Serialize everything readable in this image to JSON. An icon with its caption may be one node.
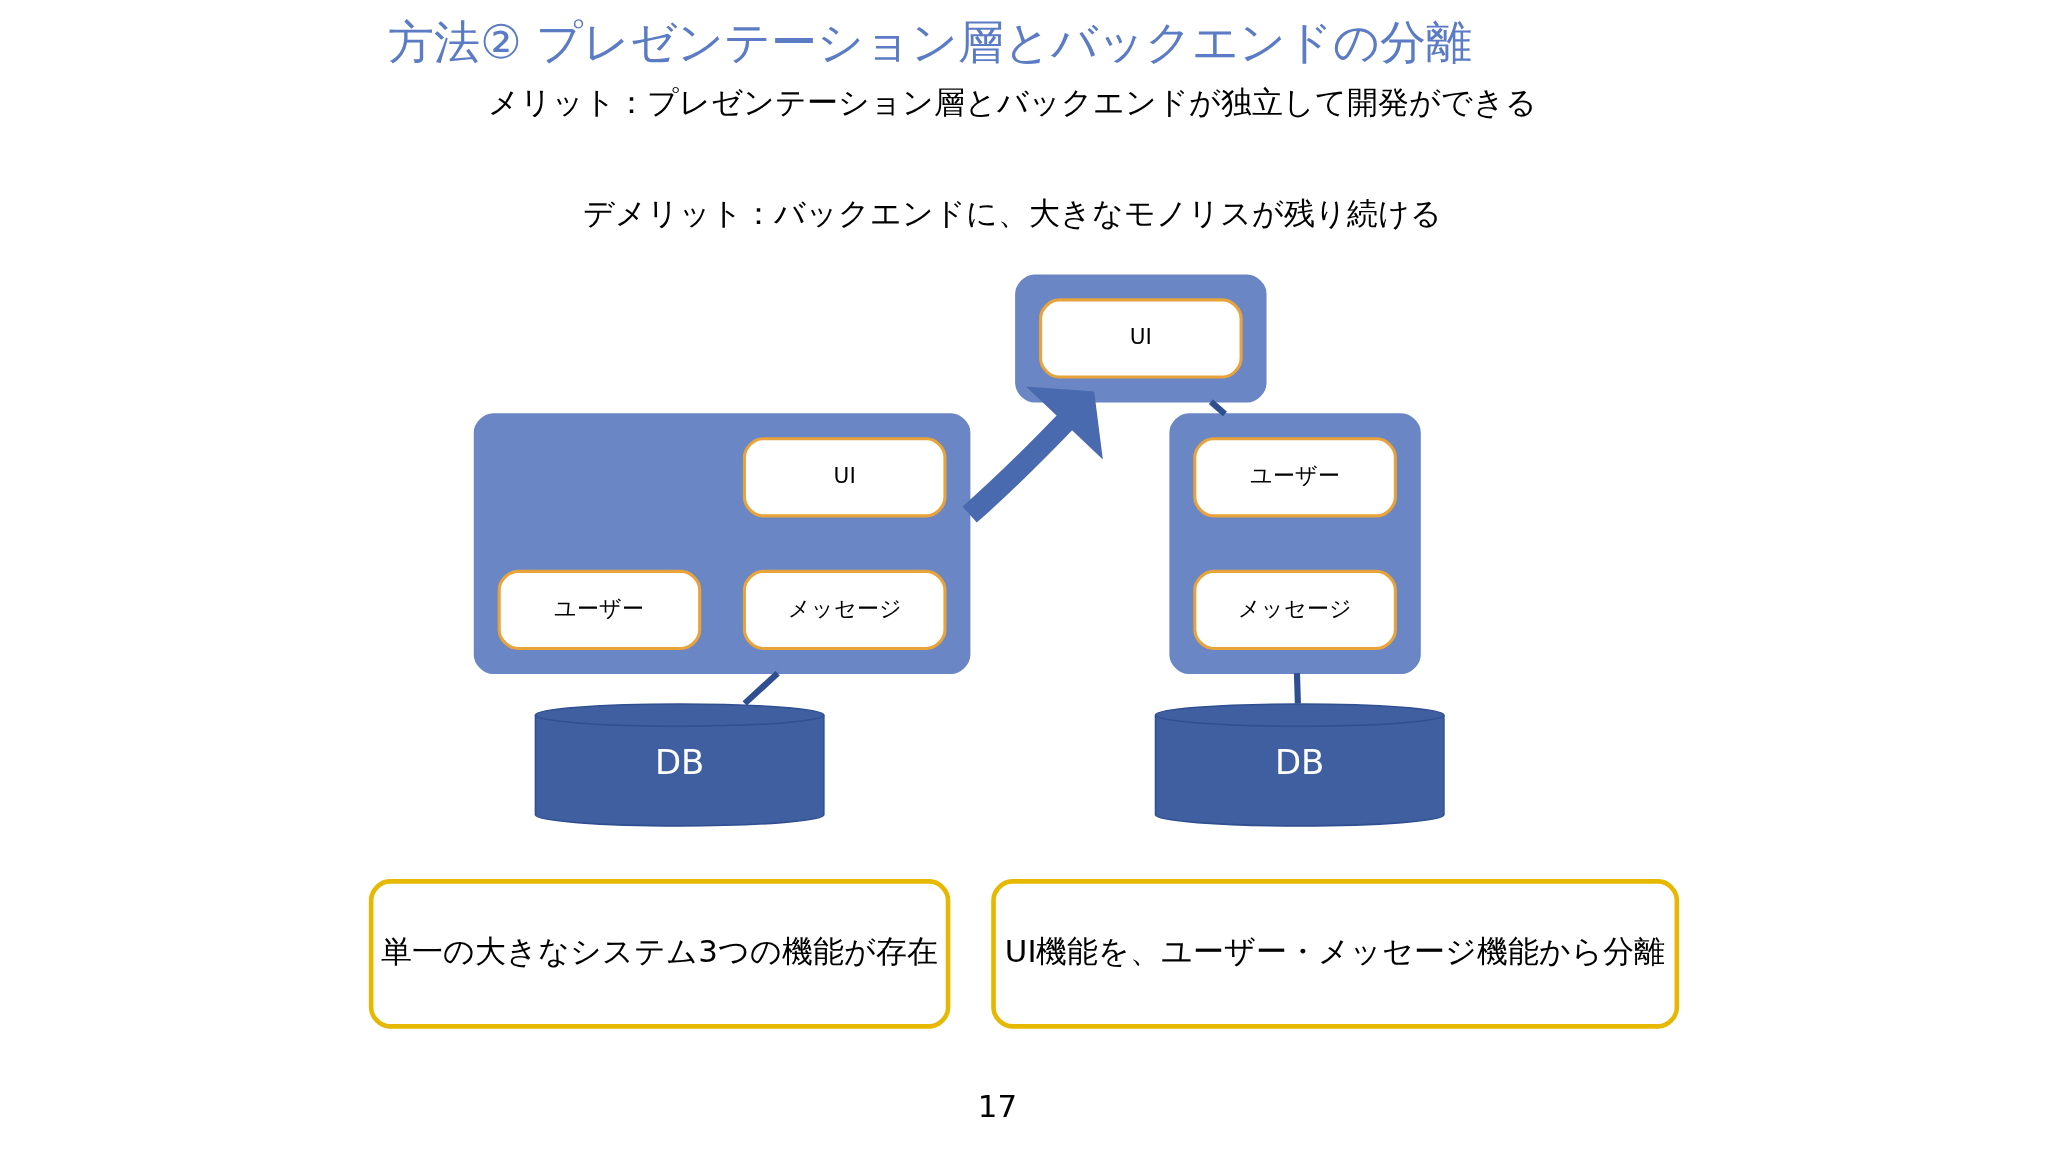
{
  "diagram": {
    "title": "方法② プレゼンテーション層とバックエンドの分離",
    "nodes": [
      {
        "text": [],
        "shape": "box"
      },
      {
        "text": [
          "UI"
        ],
        "in": 0
      },
      {
        "text": [
          "ユーザー"
        ],
        "in": 0
      },
      {
        "text": [
          "メッセージ"
        ],
        "in": 0
      },
      {
        "text": [
          "DB"
        ]
      },
      {
        "text": [
          "単一の大きなシステム3つの機能が存在"
        ]
      },
      {
        "text": [],
        "shape": "box"
      },
      {
        "text": [
          "UI"
        ],
        "in": 6
      },
      {
        "text": [],
        "shape": "box"
      },
      {
        "text": [
          "ユーザー"
        ],
        "in": 8
      },
      {
        "text": [
          "メッセージ"
        ],
        "in": 8
      },
      {
        "text": [
          "DB"
        ]
      },
      {
        "text": [
          "UI機能を、ユーザー・メッセージ機能から分離"
        ]
      }
    ],
    "edges": [
      {
        "from": 0,
        "to": 4,
        "arrow": "none"
      },
      {
        "from": 0,
        "to": 6,
        "arrow": "to",
        "style": "thick"
      },
      {
        "from": 6,
        "to": 8,
        "arrow": "none"
      },
      {
        "from": 8,
        "to": 11,
        "arrow": "none"
      }
    ],
    "labels": [
      "メリット：プレゼンテーション層とバックエンドが独立して開発ができる",
      "デメリット：バックエンドに、大きなモノリスが残り続ける",
      "17"
    ]
  }
}
